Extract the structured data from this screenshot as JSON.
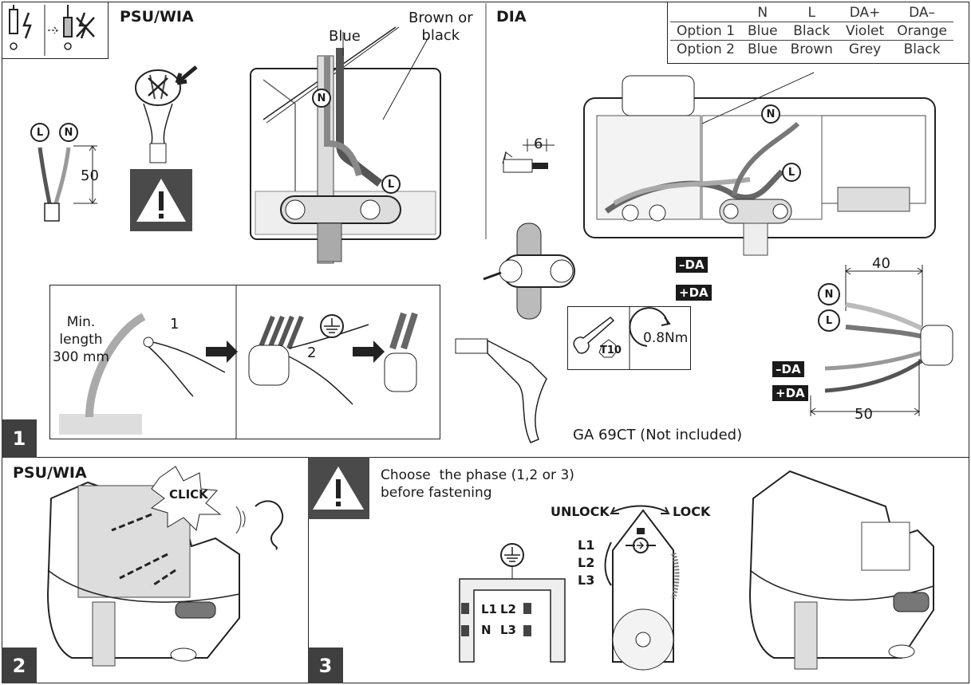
{
  "panel1": {
    "step_number": "1",
    "psu_title": "PSU/WIA",
    "dia_title": "DIA",
    "wire_labels": {
      "blue": "Blue",
      "brown_or_black": "Brown or\nblack"
    },
    "strip_length": "50",
    "strip_dia": "6",
    "terminal_N": "N",
    "terminal_L": "L",
    "min_length_label": "Min.\nlength\n300 mm",
    "cut_step_1": "1",
    "cut_step_2": "2",
    "tool_label": "GA 69CT (Not included)",
    "screwdriver_label": "T10",
    "torque_label": "0.8Nm",
    "neg_da": "–DA",
    "pos_da": "+DA",
    "dia_cable_length_top": "40",
    "dia_cable_length_bottom": "50",
    "color_table": {
      "headers": [
        "",
        "N",
        "L",
        "DA+",
        "DA–"
      ],
      "rows": [
        [
          "Option 1",
          "Blue",
          "Black",
          "Violet",
          "Orange"
        ],
        [
          "Option 2",
          "Blue",
          "Brown",
          "Grey",
          "Black"
        ]
      ]
    }
  },
  "panel2": {
    "step_number": "2",
    "title": "PSU/WIA",
    "click_label": "CLICK"
  },
  "panel3": {
    "step_number": "3",
    "instruction": "Choose  the phase (1,2 or 3)\nbefore fastening",
    "unlock_label": "UNLOCK",
    "lock_label": "LOCK",
    "phase_labels": [
      "L1",
      "L2",
      "L3"
    ],
    "track_labels": {
      "l1": "L1",
      "l2": "L2",
      "n": "N",
      "l3": "L3"
    }
  }
}
